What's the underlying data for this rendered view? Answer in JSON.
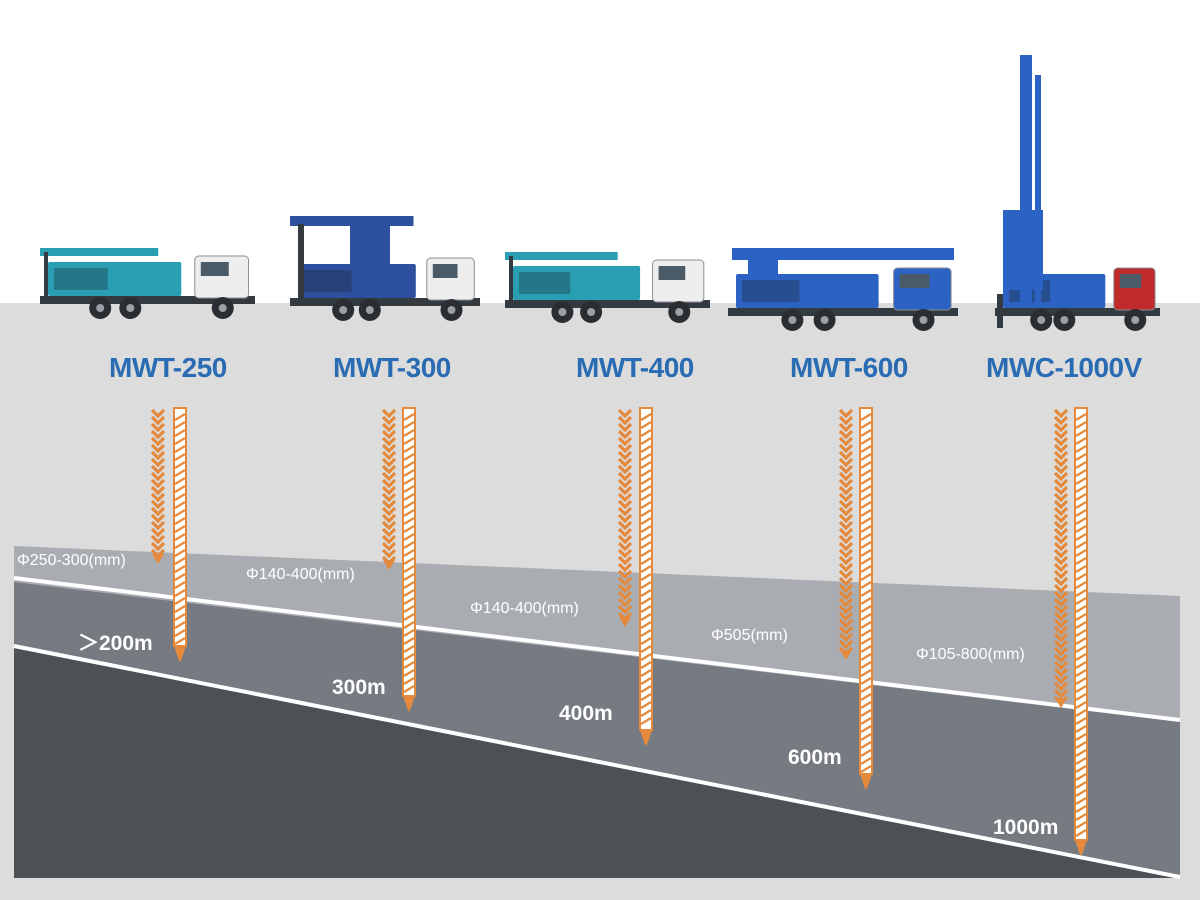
{
  "colors": {
    "sky": "#ffffff",
    "ground_surface": "#dcdcdc",
    "layer_top": "#a9adb2",
    "layer_mid": "#767b81",
    "layer_bottom": "#4c5156",
    "stripe": "#ffffff",
    "drill_orange": "#e58a3c",
    "label_blue": "#2a6cb3",
    "truck_teal": "#2a9fb3",
    "truck_blue": "#2b62c4",
    "truck_red": "#c02a2a"
  },
  "rigs": [
    {
      "model": "MWT-250",
      "diameter": "Φ250-300(mm)",
      "depth": "＞200m",
      "depth_m": 200,
      "truck_color": "#2a9fb3",
      "cab_color": "#eeeeee"
    },
    {
      "model": "MWT-300",
      "diameter": "Φ140-400(mm)",
      "depth": "300m",
      "depth_m": 300,
      "truck_color": "#2c4f9e",
      "cab_color": "#eeeeee"
    },
    {
      "model": "MWT-400",
      "diameter": "Φ140-400(mm)",
      "depth": "400m",
      "depth_m": 400,
      "truck_color": "#2a9fb3",
      "cab_color": "#eeeeee"
    },
    {
      "model": "MWT-600",
      "diameter": "Φ505(mm)",
      "depth": "600m",
      "depth_m": 600,
      "truck_color": "#2b62c4",
      "cab_color": "#2b62c4"
    },
    {
      "model": "MWC-1000V",
      "diameter": "Φ105-800(mm)",
      "depth": "1000m",
      "depth_m": 1000,
      "truck_color": "#2b62c4",
      "cab_color": "#c02a2a"
    }
  ]
}
